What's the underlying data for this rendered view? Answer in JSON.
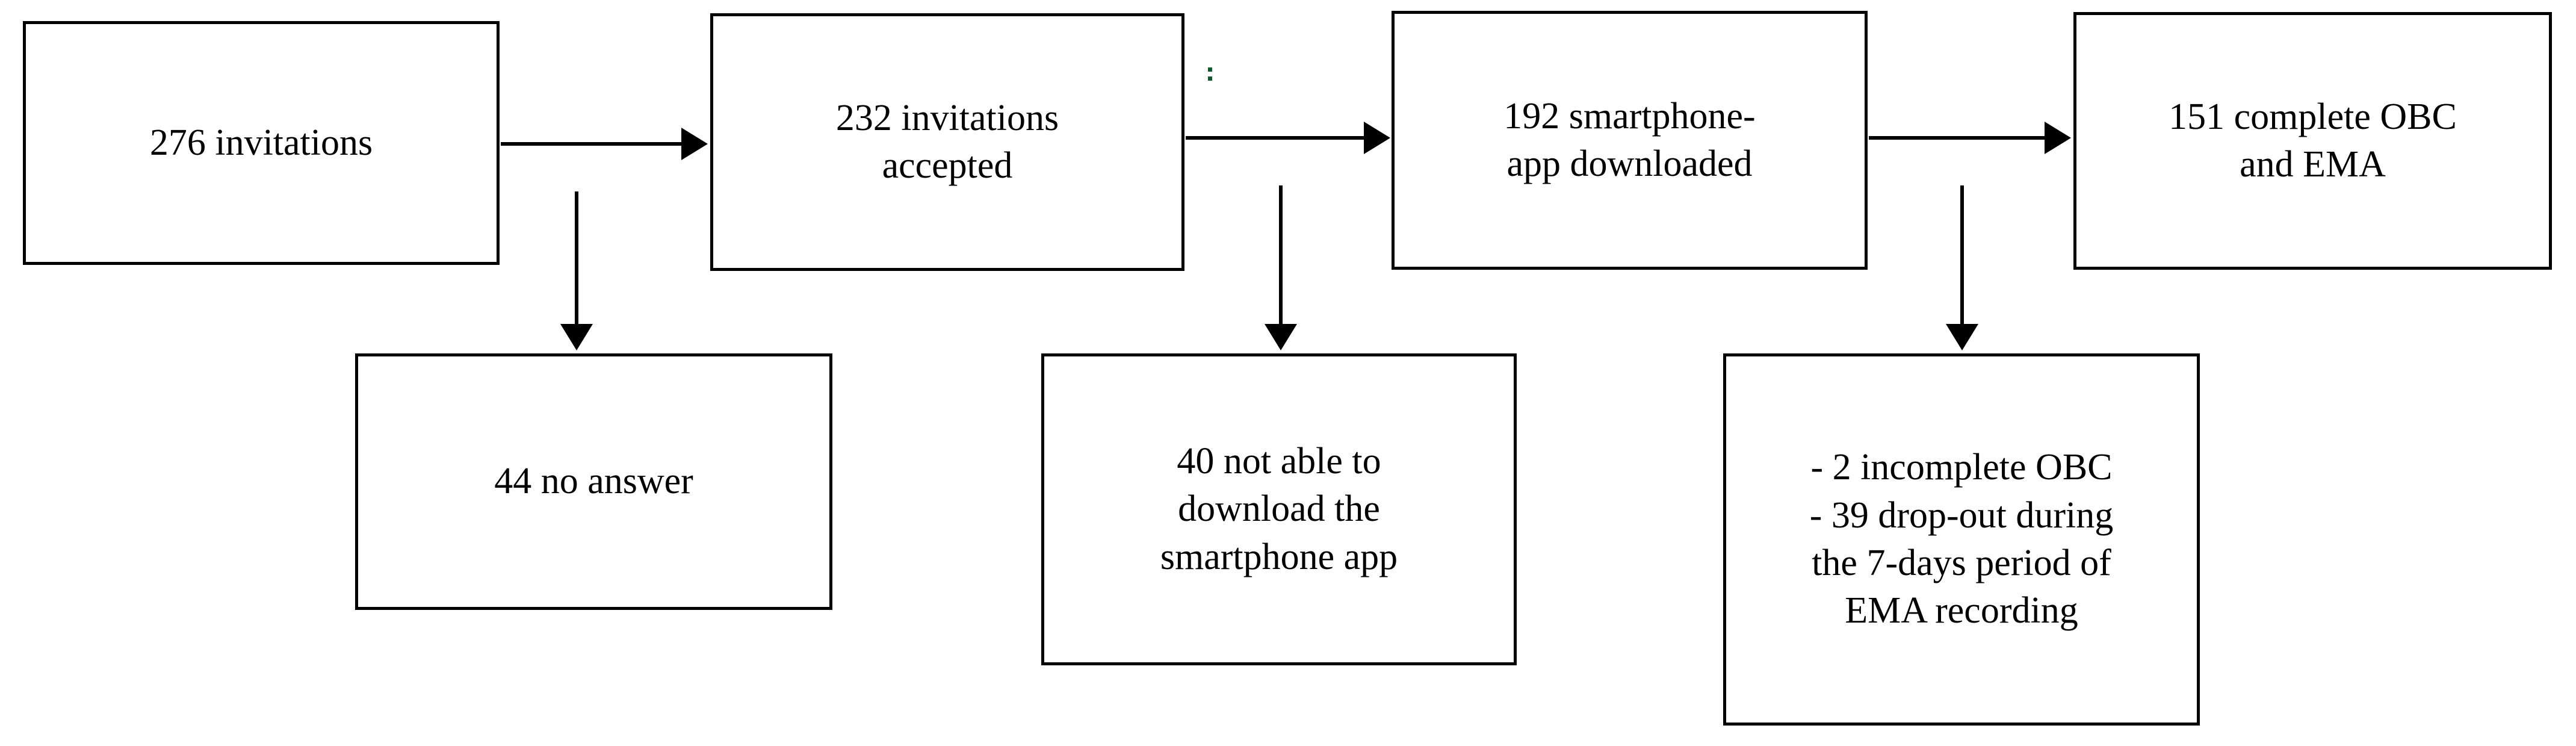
{
  "diagram": {
    "type": "participant-flow-chart",
    "background_color": "#ffffff",
    "line_color": "#000000",
    "nodes": {
      "invitations": {
        "label": "276 invitations"
      },
      "accepted": {
        "label": "232 invitations\naccepted"
      },
      "downloaded": {
        "label": "192 smartphone-\napp downloaded"
      },
      "complete": {
        "label": "151 complete OBC\nand EMA"
      },
      "no_answer": {
        "label": "44 no answer"
      },
      "not_able": {
        "label": "40 not able to\ndownload the\nsmartphone app"
      },
      "dropout": {
        "label": "- 2 incomplete OBC\n- 39 drop-out during\nthe 7-days period of\nEMA recording"
      }
    },
    "flow_counts": {
      "invitations_sent": 276,
      "invitations_accepted": 232,
      "smartphone_app_downloaded": 192,
      "complete_obc_and_ema": 151,
      "no_answer": 44,
      "not_able_to_download": 40,
      "incomplete_obc": 2,
      "drop_out_during_ema": 39,
      "ema_recording_days": 7
    },
    "edges": [
      {
        "name": "invitations-to-accepted",
        "direction": "right"
      },
      {
        "name": "accepted-to-downloaded",
        "direction": "right"
      },
      {
        "name": "downloaded-to-complete",
        "direction": "right"
      },
      {
        "name": "invitations-to-no-answer",
        "direction": "down"
      },
      {
        "name": "accepted-to-not-able",
        "direction": "down"
      },
      {
        "name": "downloaded-to-dropout",
        "direction": "down"
      }
    ]
  }
}
